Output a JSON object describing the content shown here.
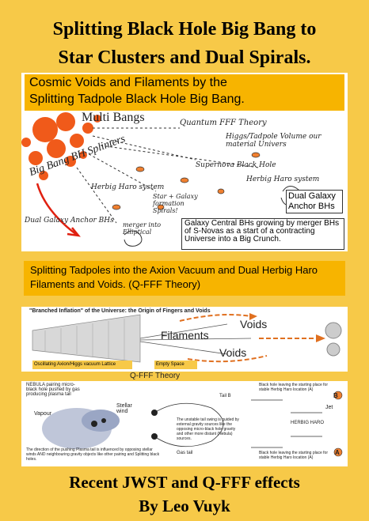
{
  "cover": {
    "title_line1": "Splitting Black Hole Big Bang to",
    "title_line2": "Star Clusters and Dual Spirals.",
    "subtitle": "Recent JWST and Q-FFF effects",
    "author": "By Leo Vuyk",
    "colors": {
      "background": "#f7c948",
      "banner": "#f7b400",
      "bubble": "#f05a1a",
      "arrow": "#e07020"
    }
  },
  "panel1": {
    "banner_line1": "Cosmic Voids and Filaments by the",
    "banner_line2": "Splitting Tadpole Black Hole Big Bang.",
    "labels": {
      "multi_bangs": "Multi Bangs",
      "big_bang_splinters": "Big Bang BH Splinters",
      "quantum_fff": "Quantum FFF Theory",
      "higgs": "Higgs/Tadpole Volume our material Univers",
      "supernova": "Supernova Black Hole",
      "herbig_left": "Herbig Haro system",
      "herbig_right": "Herbig Haro system",
      "star_galaxy": "Star + Galaxy formation Spirals!",
      "dual_anchor_left": "Dual Galaxy Anchor BHs",
      "merger": "merger into Elliptical",
      "dual_anchor_box": "Dual Galaxy Anchor BHs",
      "central_bh_box": "Galaxy Central BHs growing by merger BHs of S-Novas as a start of a contracting Universe into a Big Crunch."
    }
  },
  "panel2": {
    "banner": "Splitting Tadpoles into the Axion Vacuum and Dual Herbig Haro Filaments and Voids. (Q-FFF Theory)"
  },
  "panel3": {
    "caption": "\"Branched Inflation\" of the Universe: the Origin of Fingers and Voids",
    "filaments": "Filaments",
    "voids_top": "Voids",
    "voids_bottom": "Voids",
    "vacuum_label": "Oscillating Axion/Higgs vacuum Lattice",
    "empty_space": "Empty Space",
    "qfff": "Q-FFF Theory"
  },
  "panel4": {
    "nebula": "NEBULA pairing micro-black hole pushed by gas producing plasma tail",
    "vapour": "Vapour",
    "stellar_wind": "Stellar wind",
    "direction": "The direction of the pushing Plasma tail is influenced by opposing stellar winds AND neighbouring gravity objects like other pairing and Splitting black holes.",
    "gravity": "The unstable tail swing is guided by external gravity sources like the opposing micro-black hole gravity and other more distant (Nebula) sources.",
    "black_hole_top": "Black hole leaving the starting place for stable Herbig Haro location (A)",
    "jet": "Jet",
    "black_hole_bottom": "Black hole leaving the starting place for stable Herbig Haro location (A)",
    "gas_tail": "Gas tail",
    "tail_b": "Tail B",
    "herbig_r": "HERBIG HARO",
    "letters": {
      "a": "A",
      "b": "B"
    }
  }
}
